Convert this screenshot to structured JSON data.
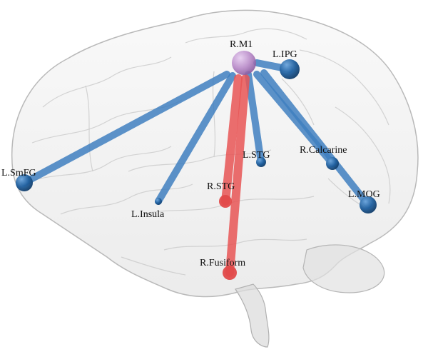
{
  "nodes": {
    "rm1": {
      "label": "R.M1",
      "color": "#b98bc9"
    },
    "lipg": {
      "label": "L.IPG",
      "color": "#1f5f9e"
    },
    "lsmfg": {
      "label": "L.SmFG",
      "color": "#1f5f9e"
    },
    "linsula": {
      "label": "L.Insula",
      "color": "#1f5f9e"
    },
    "lstg": {
      "label": "L.STG",
      "color": "#1f5f9e"
    },
    "rstg": {
      "label": "R.STG",
      "color": "#e24a4a"
    },
    "rcalcarine": {
      "label": "R.Calcarine",
      "color": "#1f5f9e"
    },
    "lmog": {
      "label": "L.MOG",
      "color": "#1f5f9e"
    },
    "rfusiform": {
      "label": "R.Fusiform",
      "color": "#e24a4a"
    }
  },
  "edge_colors": {
    "blue": "#3f7fbf",
    "red": "#e85555"
  },
  "edges": [
    {
      "from": "rm1",
      "to": "lipg",
      "color": "blue"
    },
    {
      "from": "rm1",
      "to": "lsmfg",
      "color": "blue"
    },
    {
      "from": "rm1",
      "to": "linsula",
      "color": "blue"
    },
    {
      "from": "rm1",
      "to": "lstg",
      "color": "blue"
    },
    {
      "from": "rm1",
      "to": "rcalcarine",
      "color": "blue"
    },
    {
      "from": "rm1",
      "to": "lmog",
      "color": "blue"
    },
    {
      "from": "rm1",
      "to": "rstg",
      "color": "red"
    },
    {
      "from": "rm1",
      "to": "rfusiform",
      "color": "red"
    }
  ]
}
